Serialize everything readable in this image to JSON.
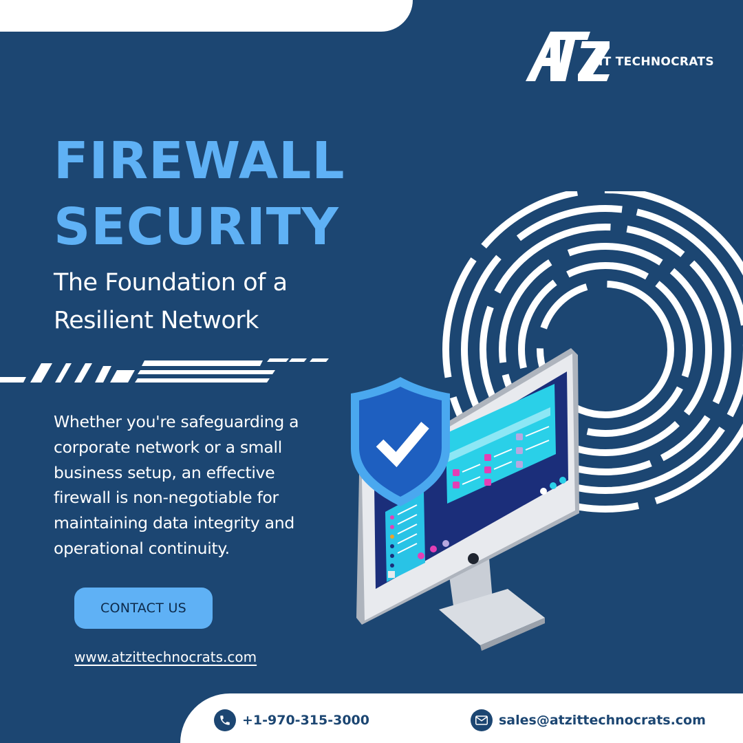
{
  "brand": {
    "logo_mark": "ATZ",
    "logo_text": "IT TECHNOCRATS"
  },
  "headline": {
    "line1": "FIREWALL",
    "line2": "SECURITY"
  },
  "subheadline": {
    "line1": "The Foundation of a",
    "line2": "Resilient Network"
  },
  "description": {
    "line1": "Whether you're safeguarding a",
    "line2": "corporate network or a small",
    "line3": "business setup, an effective",
    "line4": "firewall is non-negotiable for",
    "line5": "maintaining data integrity and",
    "line6": "operational continuity."
  },
  "cta": {
    "label": "CONTACT US"
  },
  "website": "www.atzittechnocrats.com",
  "contact": {
    "phone": "+1-970-315-3000",
    "email": "sales@atzittechnocrats.com"
  },
  "colors": {
    "background": "#1c4672",
    "accent": "#5fb1f5",
    "white": "#ffffff",
    "shield": "#1e5fc0"
  },
  "icons": {
    "phone": "phone-icon",
    "email": "envelope-icon",
    "shield": "shield-check-icon",
    "monitor": "monitor-icon"
  }
}
